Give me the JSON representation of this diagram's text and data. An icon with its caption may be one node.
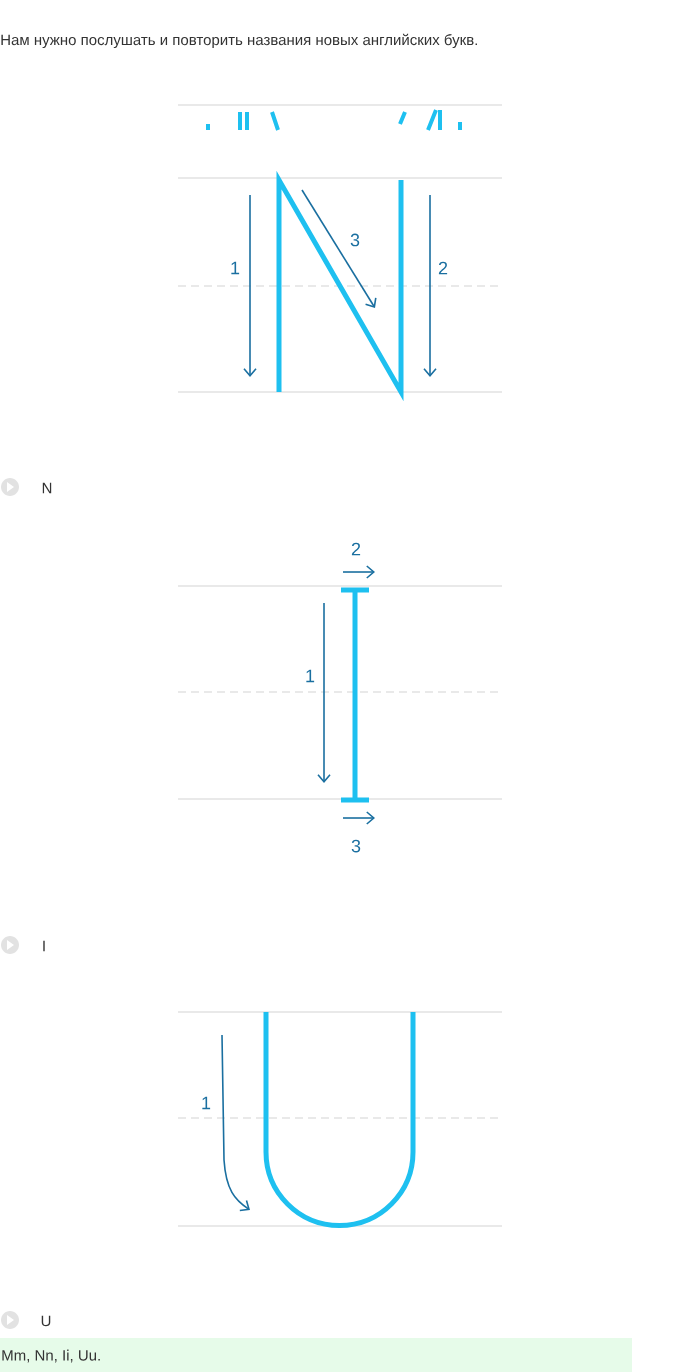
{
  "diagram": {
    "title": "Нам нужно послушать и повторить названия новых английских букв.",
    "labels": [
      "3",
      "1",
      "2",
      "N",
      "2",
      "1",
      "3",
      "I",
      "1",
      "U",
      "Mm, Nn, Ii, Uu."
    ]
  }
}
